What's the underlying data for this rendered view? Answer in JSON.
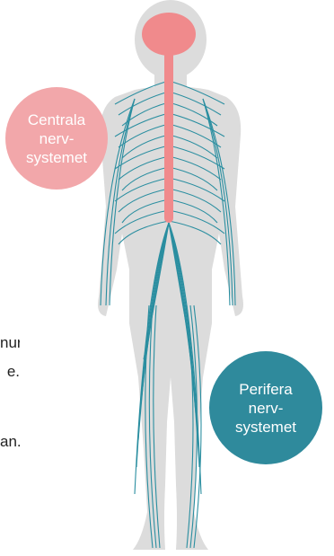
{
  "colors": {
    "body": "#dcdcdc",
    "central": "#f08a8c",
    "peripheral": "#2a8ea0",
    "cns_bubble": "#f2a7aa",
    "pns_bubble": "#2f8a9c"
  },
  "labels": {
    "central_nervous_system": [
      "Centrala",
      "nerv-",
      "systemet"
    ],
    "peripheral_nervous_system": [
      "Perifera",
      "nerv-",
      "systemet"
    ]
  },
  "cut_off_text": [
    "nur",
    "e.",
    "an."
  ]
}
